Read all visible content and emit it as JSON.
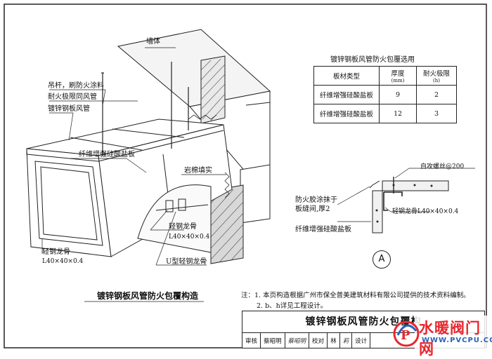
{
  "drawing": {
    "labels": {
      "wall": "墙体",
      "hanger": "吊杆，刷防火涂料",
      "hanger_2": "耐火极限同风管",
      "duct": "镀锌钢板风管",
      "board": "纤维增强硅酸盐板",
      "rock_wool": "岩棉填实",
      "keel_left": "轻钢龙骨",
      "keel_left_size": "L40×40×0.4",
      "keel_center": "轻钢龙骨",
      "keel_center_size": "L40×40×0.4",
      "u_keel": "U型轻钢龙骨"
    },
    "caption": "镀锌钢板风管防火包覆构造"
  },
  "spec_table": {
    "title": "镀锌钢板风管防火包覆选用",
    "headers": [
      "板材类型",
      "厚度",
      "耐火极限"
    ],
    "units": [
      "",
      "(mm)",
      "(h)"
    ],
    "rows": [
      [
        "纤维增强硅酸盐板",
        "9",
        "2"
      ],
      [
        "纤维增强硅酸盐板",
        "12",
        "3"
      ]
    ]
  },
  "detail": {
    "screw": "自攻螺丝@200",
    "sealant": "防火胶涂抹于",
    "sealant_2": "板缝间,厚2",
    "keel": "轻钢龙骨L40×40×0.4",
    "board": "纤维增强硅酸盐板",
    "marker": "A"
  },
  "notes": [
    "注：1. 本页构造根据广州市保全普美建筑材料有限公司提供的技术资料编制。",
    "2. b、h详见工程设计。"
  ],
  "title_block": {
    "title": "镀锌钢板风管防火包覆构",
    "cells": [
      "审核",
      "蔡昭明",
      "蔡昭明",
      "校对",
      "林",
      "莉",
      "设计"
    ]
  },
  "watermark": {
    "text": "水暖阀门网",
    "url": "WWW.PVCPU.COM"
  }
}
